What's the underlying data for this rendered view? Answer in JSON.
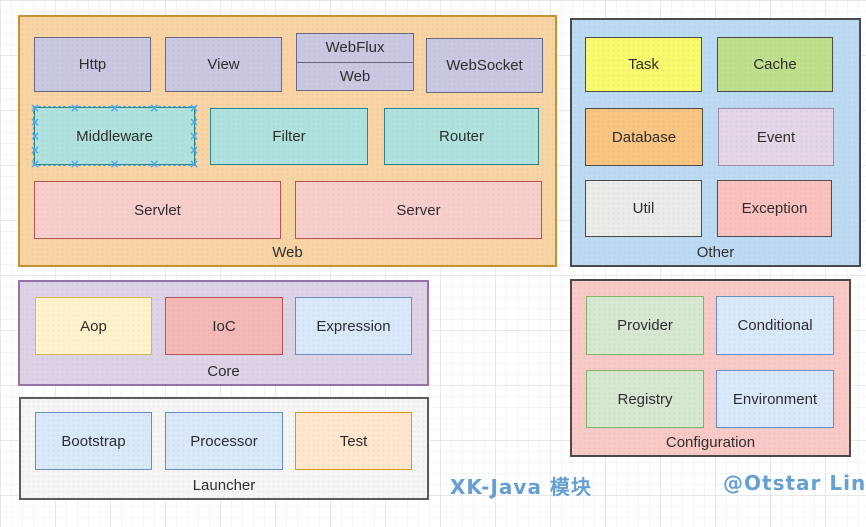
{
  "palette": {
    "grid_major": "#e8e8e8",
    "grid_minor": "#f4f4f4",
    "text_color": "#2e2e2e",
    "accent_blue": "#66a0d2",
    "selection": "#4fa8e8",
    "web_fill": "#f8d4a4",
    "web_border": "#c6912f",
    "other_fill": "#bddaf3",
    "dark_border": "#4a4a4a",
    "core_fill": "#ddd2e6",
    "core_border": "#9673a6",
    "launcher_fill": "#f5f5f5",
    "launcher_border": "#5c5c5c",
    "config_fill": "#f8c9c6",
    "purple_fill": "#c9c7e2",
    "purple_border": "#69697e",
    "teal_fill": "#afe2df",
    "teal_border": "#2d8489",
    "red_fill": "#f8cecc",
    "red_border": "#b85450",
    "blue_fill": "#dae8fc",
    "blue_border": "#6c8ebf",
    "green_fill": "#d6e7d2",
    "green_border": "#82b366",
    "yellow_fill": "#fff2cc",
    "yellow_border": "#d6b656",
    "ioc_fill": "#f4b9b6",
    "orange_fill": "#ffe7cd",
    "orange_border": "#d79b00",
    "task_fill": "#fafa6e",
    "cache_fill": "#c0df8d",
    "db_fill": "#fac481",
    "event_fill": "#e2d6e8",
    "event_border": "#9b8da5",
    "util_fill": "#ebebe9",
    "exception_fill": "#fbc1be"
  },
  "diagram": {
    "web": {
      "label": "Web",
      "http": "Http",
      "view": "View",
      "webflux": "WebFlux",
      "web_cell": "Web",
      "websocket": "WebSocket",
      "middleware": "Middleware",
      "filter": "Filter",
      "router": "Router",
      "servlet": "Servlet",
      "server": "Server"
    },
    "other": {
      "label": "Other",
      "task": "Task",
      "cache": "Cache",
      "database": "Database",
      "event": "Event",
      "util": "Util",
      "exception": "Exception"
    },
    "core": {
      "label": "Core",
      "aop": "Aop",
      "ioc": "IoC",
      "expression": "Expression"
    },
    "launcher": {
      "label": "Launcher",
      "bootstrap": "Bootstrap",
      "processor": "Processor",
      "test": "Test"
    },
    "configuration": {
      "label": "Configuration",
      "provider": "Provider",
      "conditional": "Conditional",
      "registry": "Registry",
      "environment": "Environment"
    }
  },
  "annotations": {
    "title": "XK-Java 模块",
    "credit": "@Otstar Lin"
  }
}
